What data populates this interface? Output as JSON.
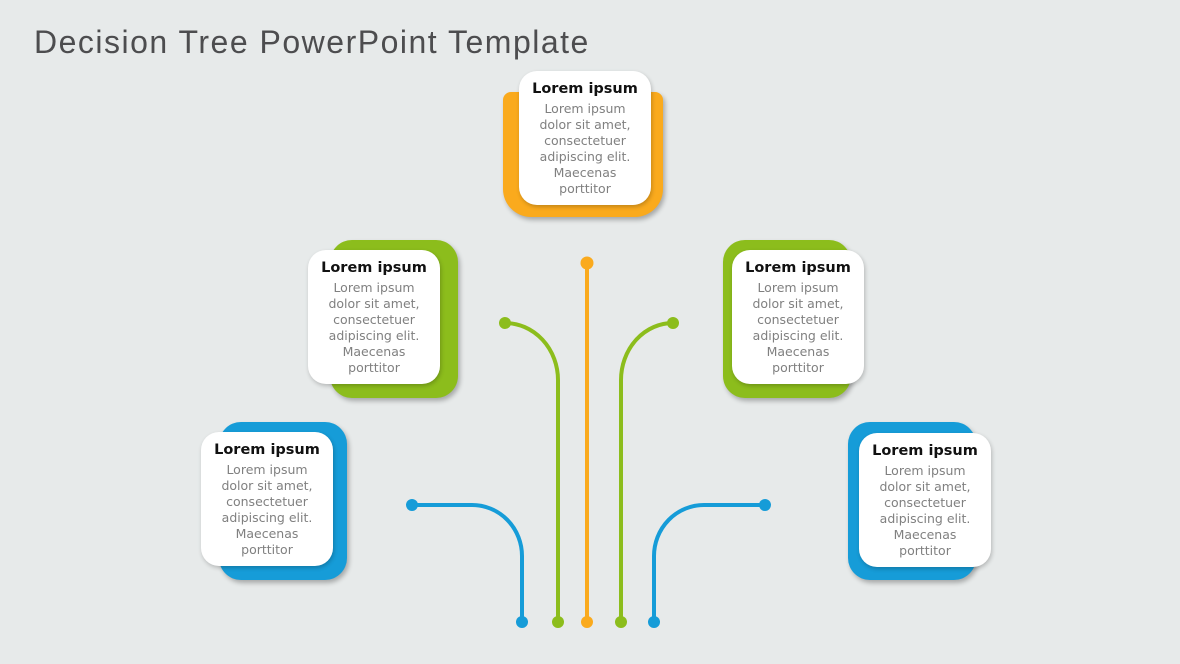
{
  "title": "Decision Tree PowerPoint Template",
  "colors": {
    "background": "#E7EAEA",
    "title_text": "#4D4D4F",
    "heading_text": "#111111",
    "body_text": "#808080",
    "card_bg": "#FFFFFF",
    "orange": "#FAAA1D",
    "green": "#8CBD1C",
    "blue": "#169CD8"
  },
  "cards": [
    {
      "position": "top",
      "accent": "orange",
      "heading": "Lorem ipsum",
      "body": "Lorem ipsum dolor sit amet, consectetuer adipiscing elit. Maecenas porttitor"
    },
    {
      "position": "middle-left",
      "accent": "green",
      "heading": "Lorem ipsum",
      "body": "Lorem ipsum dolor sit amet, consectetuer adipiscing elit. Maecenas porttitor"
    },
    {
      "position": "middle-right",
      "accent": "green",
      "heading": "Lorem ipsum",
      "body": "Lorem ipsum dolor sit amet, consectetuer adipiscing elit. Maecenas porttitor"
    },
    {
      "position": "bottom-left",
      "accent": "blue",
      "heading": "Lorem ipsum",
      "body": "Lorem ipsum dolor sit amet, consectetuer adipiscing elit. Maecenas porttitor"
    },
    {
      "position": "bottom-right",
      "accent": "blue",
      "heading": "Lorem ipsum",
      "body": "Lorem ipsum dolor sit amet, consectetuer adipiscing elit. Maecenas porttitor"
    }
  ]
}
